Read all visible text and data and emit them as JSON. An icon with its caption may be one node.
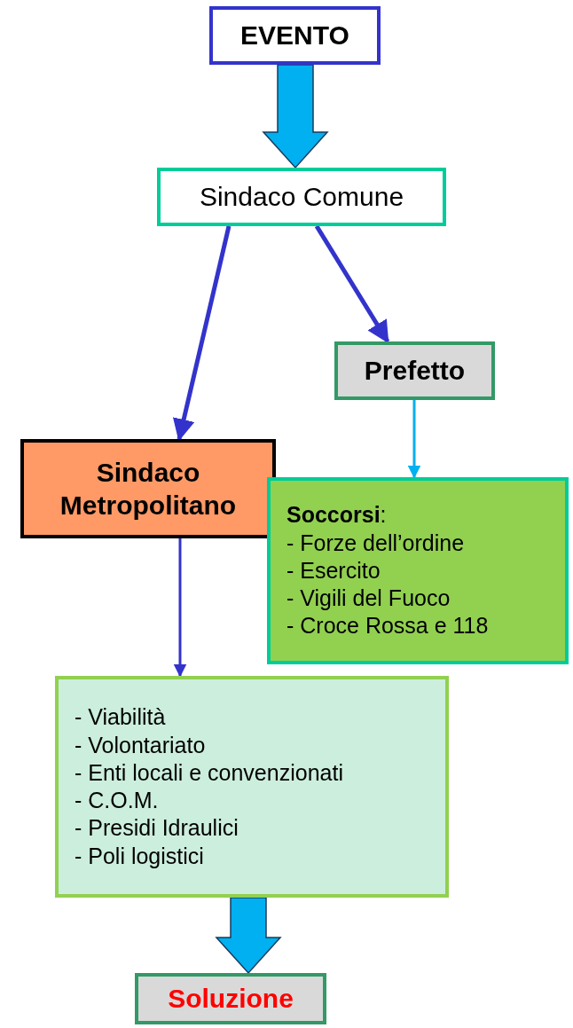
{
  "diagram": {
    "nodes": [
      {
        "text": [
          "EVENTO"
        ]
      },
      {
        "text": [
          "Sindaco Comune"
        ]
      },
      {
        "text": [
          "Prefetto"
        ]
      },
      {
        "text": [
          "Sindaco Metropolitano"
        ]
      },
      {
        "text": [
          "**Soccorsi**:",
          "- Forze dell’ordine",
          "- Esercito",
          "- Vigili del Fuoco",
          "- Croce Rossa e 118"
        ]
      },
      {
        "text": [
          "- Viabilità",
          "- Volontariato",
          "- Enti locali e convenzionati",
          "- C.O.M.",
          "- Presidi Idraulici",
          "- Poli logistici"
        ]
      },
      {
        "text": [
          "Soluzione"
        ]
      }
    ],
    "edges": [
      {
        "from": 0,
        "to": 1,
        "arrow": "to",
        "style": "thick",
        "color": "#00b0f0"
      },
      {
        "from": 1,
        "to": 3,
        "arrow": "to"
      },
      {
        "from": 1,
        "to": 2,
        "arrow": "to"
      },
      {
        "from": 2,
        "to": 4,
        "arrow": "to",
        "color": "#00b0f0"
      },
      {
        "from": 3,
        "to": 5,
        "arrow": "to"
      },
      {
        "from": 5,
        "to": 6,
        "arrow": "to",
        "style": "thick",
        "color": "#00b0f0"
      }
    ]
  }
}
